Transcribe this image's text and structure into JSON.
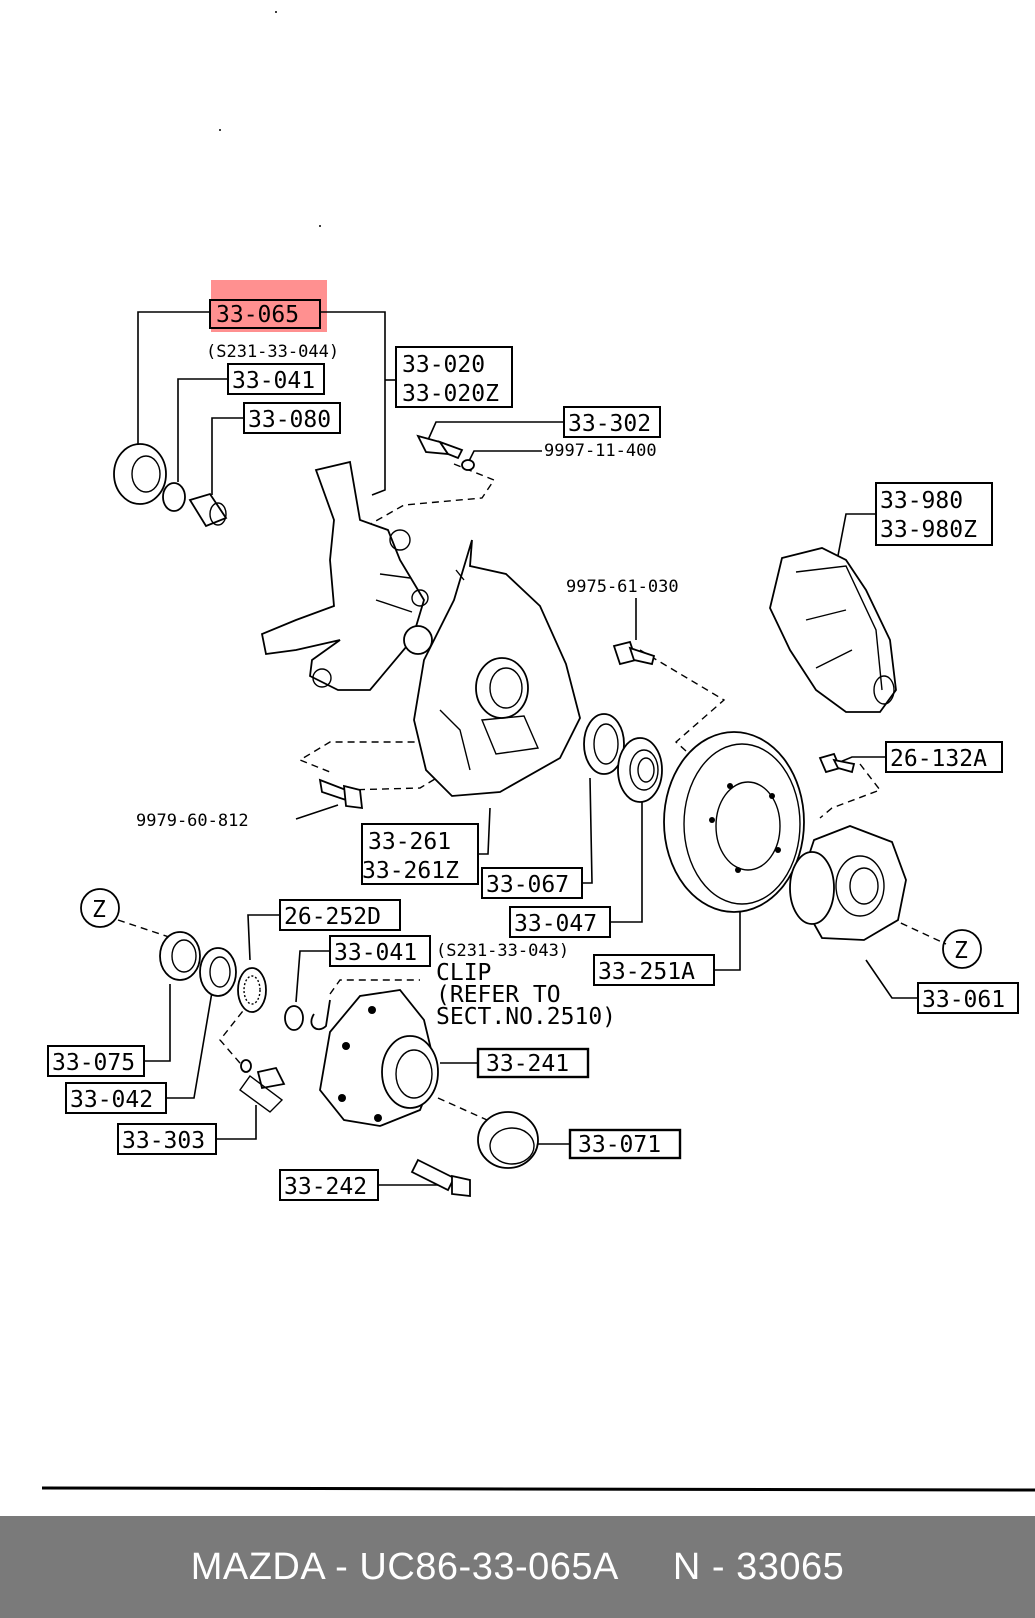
{
  "labels": {
    "p33065": "33-065",
    "s231_044": "(S231-33-044)",
    "p33041a": "33-041",
    "p33080": "33-080",
    "p33020": "33-020",
    "p33020z": "33-020Z",
    "p33302": "33-302",
    "p9997": "9997-11-400",
    "p33980": "33-980",
    "p33980z": "33-980Z",
    "p9975": "9975-61-030",
    "p26132a": "26-132A",
    "p9979": "9979-60-812",
    "p33261": "33-261",
    "p33261z": "33-261Z",
    "p33067": "33-067",
    "p33047": "33-047",
    "p33251a": "33-251A",
    "z1": "Z",
    "z2": "Z",
    "p33061": "33-061",
    "p26252d": "26-252D",
    "p33041b": "33-041",
    "s231_043": "(S231-33-043)",
    "clip": "CLIP",
    "refer": "(REFER TO",
    "sect": "SECT.NO.2510)",
    "p33241": "33-241",
    "p33075": "33-075",
    "p33042": "33-042",
    "p33303": "33-303",
    "p33071": "33-071",
    "p33242": "33-242"
  },
  "highlight": {
    "part": "33-065",
    "color": "#ff6b6b"
  },
  "footer": {
    "left": "MAZDA - UC86-33-065A",
    "right": "N - 33065"
  }
}
